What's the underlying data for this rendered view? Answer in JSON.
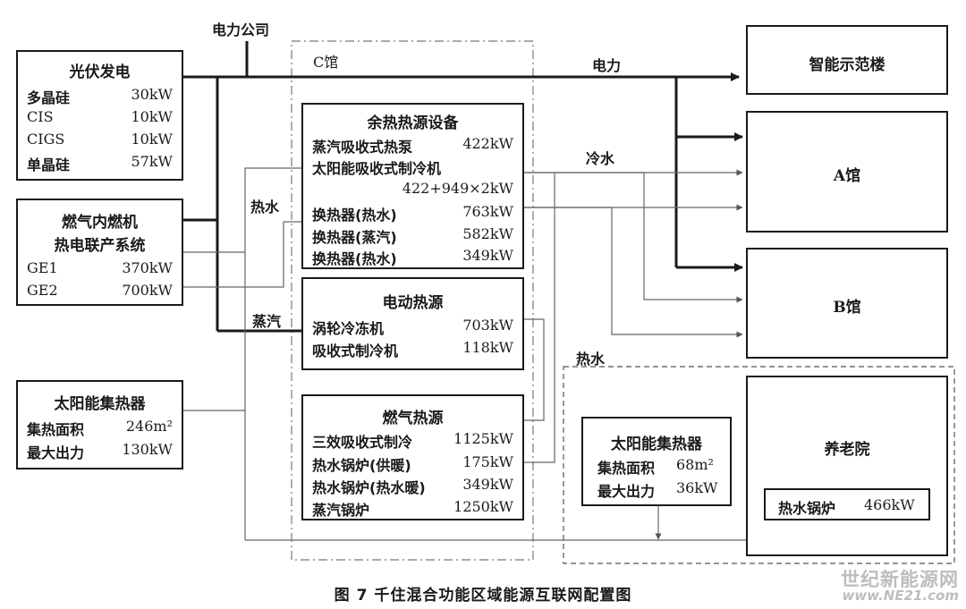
{
  "labels": {
    "grid_company": "电力公司",
    "hall_c": "C馆",
    "electricity": "电力",
    "cold_water": "冷水",
    "hot_water_left": "热水",
    "steam": "蒸汽",
    "hot_water_right": "热水"
  },
  "pv": {
    "title": "光伏发电",
    "rows": [
      {
        "label": "多晶硅",
        "value": "30kW"
      },
      {
        "label": "CIS",
        "value": "10kW"
      },
      {
        "label": "CIGS",
        "value": "10kW"
      },
      {
        "label": "单晶硅",
        "value": "57kW"
      }
    ]
  },
  "gas_engine": {
    "title_line1": "燃气内燃机",
    "title_line2": "热电联产系统",
    "rows": [
      {
        "label": "GE1",
        "value": "370kW"
      },
      {
        "label": "GE2",
        "value": "700kW"
      }
    ]
  },
  "solar_left": {
    "title": "太阳能集热器",
    "rows": [
      {
        "label": "集热面积",
        "value": "246m²"
      },
      {
        "label": "最大出力",
        "value": "130kW"
      }
    ]
  },
  "waste_heat": {
    "title": "余热热源设备",
    "row1": {
      "label": "蒸汽吸收式热泵",
      "value": "422kW"
    },
    "row2_label": "太阳能吸收式制冷机",
    "row2_value": "422+949×2kW",
    "rows": [
      {
        "label": "换热器(热水)",
        "value": "763kW"
      },
      {
        "label": "换热器(蒸汽)",
        "value": "582kW"
      },
      {
        "label": "换热器(热水)",
        "value": "349kW"
      }
    ]
  },
  "electric_heat": {
    "title": "电动热源",
    "rows": [
      {
        "label": "涡轮冷冻机",
        "value": "703kW"
      },
      {
        "label": "吸收式制冷机",
        "value": "118kW"
      }
    ]
  },
  "gas_heat": {
    "title": "燃气热源",
    "rows": [
      {
        "label": "三效吸收式制冷",
        "value": "1125kW"
      },
      {
        "label": "热水锅炉(供暖)",
        "value": "175kW"
      },
      {
        "label": "热水锅炉(热水暖)",
        "value": "349kW"
      },
      {
        "label": "蒸汽锅炉",
        "value": "1250kW"
      }
    ]
  },
  "smart_building": "智能示范楼",
  "hall_a": "A馆",
  "hall_b": "B馆",
  "nursing_home": {
    "name": "养老院",
    "boiler_label": "热水锅炉",
    "boiler_value": "466kW"
  },
  "solar_right": {
    "title": "太阳能集热器",
    "row1_label": "集热面积",
    "row1_value": "68m²",
    "row2_label": "最大出力",
    "row2_value": "36kW"
  },
  "caption": "图 7  千住混合功能区域能源互联网配置图",
  "watermark": {
    "line1": "世纪新能源网",
    "line2": "www.NE21.com"
  }
}
